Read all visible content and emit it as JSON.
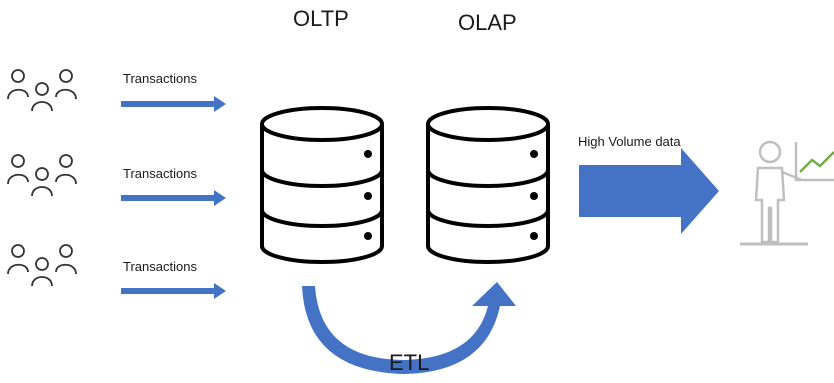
{
  "labels": {
    "oltp": "OLTP",
    "olap": "OLAP",
    "etl": "ETL",
    "high_volume": "High Volume data"
  },
  "transactions": [
    {
      "label": "Transactions"
    },
    {
      "label": "Transactions"
    },
    {
      "label": "Transactions"
    }
  ],
  "icons": {
    "users": "user-group-icon",
    "database": "database-icon",
    "analyst": "presenter-with-chart-icon"
  },
  "colors": {
    "arrow": "#4472c4",
    "outline": "#000000",
    "icon_stroke": "#333333",
    "analyst_stroke": "#bfbfbf",
    "chart_line": "#70ad47"
  }
}
